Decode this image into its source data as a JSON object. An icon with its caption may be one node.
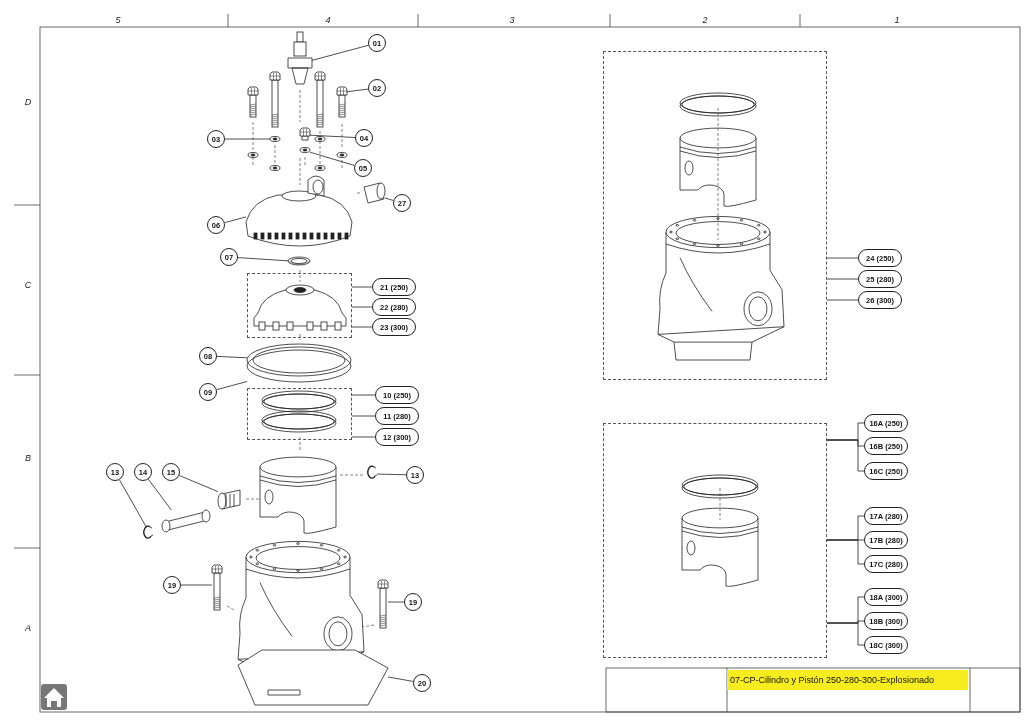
{
  "diagram": {
    "title": "07-CP-Cilindro y Pistón 250-280-300-Explosionado",
    "nodes": [
      {
        "text": [
          "01"
        ]
      },
      {
        "text": [
          "02"
        ]
      },
      {
        "text": [
          "03"
        ]
      },
      {
        "text": [
          "04"
        ]
      },
      {
        "text": [
          "05"
        ]
      },
      {
        "text": [
          "27"
        ]
      },
      {
        "text": [
          "06"
        ]
      },
      {
        "text": [
          "07"
        ]
      },
      {
        "text": [],
        "shape": "box"
      },
      {
        "text": [
          "21 (250)"
        ]
      },
      {
        "text": [
          "22 (280)"
        ]
      },
      {
        "text": [
          "23 (300)"
        ]
      },
      {
        "text": [
          "08"
        ]
      },
      {
        "text": [
          "09"
        ]
      },
      {
        "text": [],
        "shape": "box"
      },
      {
        "text": [
          "10 (250)"
        ]
      },
      {
        "text": [
          "11 (280)"
        ]
      },
      {
        "text": [
          "12 (300)"
        ]
      },
      {
        "text": [
          "13"
        ]
      },
      {
        "text": [
          "14"
        ]
      },
      {
        "text": [
          "15"
        ]
      },
      {
        "text": [
          "13"
        ]
      },
      {
        "text": [
          "19"
        ]
      },
      {
        "text": [
          "19"
        ]
      },
      {
        "text": [
          "20"
        ]
      },
      {
        "text": [],
        "shape": "box"
      },
      {
        "text": [
          "24 (250)"
        ]
      },
      {
        "text": [
          "25 (280)"
        ]
      },
      {
        "text": [
          "26 (300)"
        ]
      },
      {
        "text": [],
        "shape": "box"
      },
      {
        "text": [
          "16A (250)"
        ]
      },
      {
        "text": [
          "16B (250)"
        ]
      },
      {
        "text": [
          "16C (250)"
        ]
      },
      {
        "text": [
          "17A (280)"
        ]
      },
      {
        "text": [
          "17B (280)"
        ]
      },
      {
        "text": [
          "17C (280)"
        ]
      },
      {
        "text": [
          "18A (300)"
        ]
      },
      {
        "text": [
          "18B (300)"
        ]
      },
      {
        "text": [
          "18C (300)"
        ]
      },
      {
        "text": [],
        "shape": "picture"
      },
      {
        "text": [],
        "shape": "picture"
      },
      {
        "text": [],
        "shape": "picture"
      },
      {
        "text": [],
        "shape": "picture"
      },
      {
        "text": [],
        "shape": "picture"
      },
      {
        "text": [],
        "shape": "picture"
      },
      {
        "text": [],
        "shape": "picture"
      },
      {
        "text": [],
        "shape": "picture"
      },
      {
        "text": [],
        "shape": "picture"
      },
      {
        "text": [],
        "shape": "picture"
      },
      {
        "text": [],
        "shape": "picture"
      },
      {
        "text": [],
        "shape": "picture"
      },
      {
        "text": [],
        "shape": "picture"
      },
      {
        "text": [],
        "shape": "picture"
      },
      {
        "text": [],
        "shape": "picture"
      },
      {
        "text": [],
        "shape": "picture"
      },
      {
        "text": [],
        "shape": "picture"
      }
    ],
    "edges": [
      {
        "from": 0,
        "to": 39,
        "arrow": "none"
      },
      {
        "from": 1,
        "to": 40,
        "arrow": "none"
      },
      {
        "from": 2,
        "to": 41,
        "arrow": "none"
      },
      {
        "from": 3,
        "to": 42,
        "arrow": "none"
      },
      {
        "from": 4,
        "to": 43,
        "arrow": "none"
      },
      {
        "from": 5,
        "to": 44,
        "arrow": "none"
      },
      {
        "from": 6,
        "to": 45,
        "arrow": "none"
      },
      {
        "from": 7,
        "to": 46,
        "arrow": "none"
      },
      {
        "from": 9,
        "to": 8,
        "arrow": "none"
      },
      {
        "from": 10,
        "to": 8,
        "arrow": "none"
      },
      {
        "from": 11,
        "to": 8,
        "arrow": "none"
      },
      {
        "from": 12,
        "to": 47,
        "arrow": "none"
      },
      {
        "from": 13,
        "to": 48,
        "arrow": "none"
      },
      {
        "from": 15,
        "to": 14,
        "arrow": "none"
      },
      {
        "from": 16,
        "to": 14,
        "arrow": "none"
      },
      {
        "from": 17,
        "to": 14,
        "arrow": "none"
      },
      {
        "from": 18,
        "to": 49,
        "arrow": "none"
      },
      {
        "from": 19,
        "to": 50,
        "arrow": "none"
      },
      {
        "from": 20,
        "to": 51,
        "arrow": "none"
      },
      {
        "from": 21,
        "to": 52,
        "arrow": "none"
      },
      {
        "from": 22,
        "to": 53,
        "arrow": "none"
      },
      {
        "from": 23,
        "to": 54,
        "arrow": "none"
      },
      {
        "from": 24,
        "to": 55,
        "arrow": "none"
      },
      {
        "from": 26,
        "to": 25,
        "arrow": "none"
      },
      {
        "from": 27,
        "to": 25,
        "arrow": "none"
      },
      {
        "from": 28,
        "to": 25,
        "arrow": "none"
      },
      {
        "from": 30,
        "to": 29,
        "arrow": "none"
      },
      {
        "from": 31,
        "to": 29,
        "arrow": "none"
      },
      {
        "from": 32,
        "to": 29,
        "arrow": "none"
      },
      {
        "from": 33,
        "to": 29,
        "arrow": "none"
      },
      {
        "from": 34,
        "to": 29,
        "arrow": "none"
      },
      {
        "from": 35,
        "to": 29,
        "arrow": "none"
      },
      {
        "from": 36,
        "to": 29,
        "arrow": "none"
      },
      {
        "from": 37,
        "to": 29,
        "arrow": "none"
      },
      {
        "from": 38,
        "to": 29,
        "arrow": "none"
      }
    ],
    "labels": [
      "5",
      "4",
      "3",
      "2",
      "1",
      "D",
      "C",
      "B",
      "A"
    ]
  }
}
